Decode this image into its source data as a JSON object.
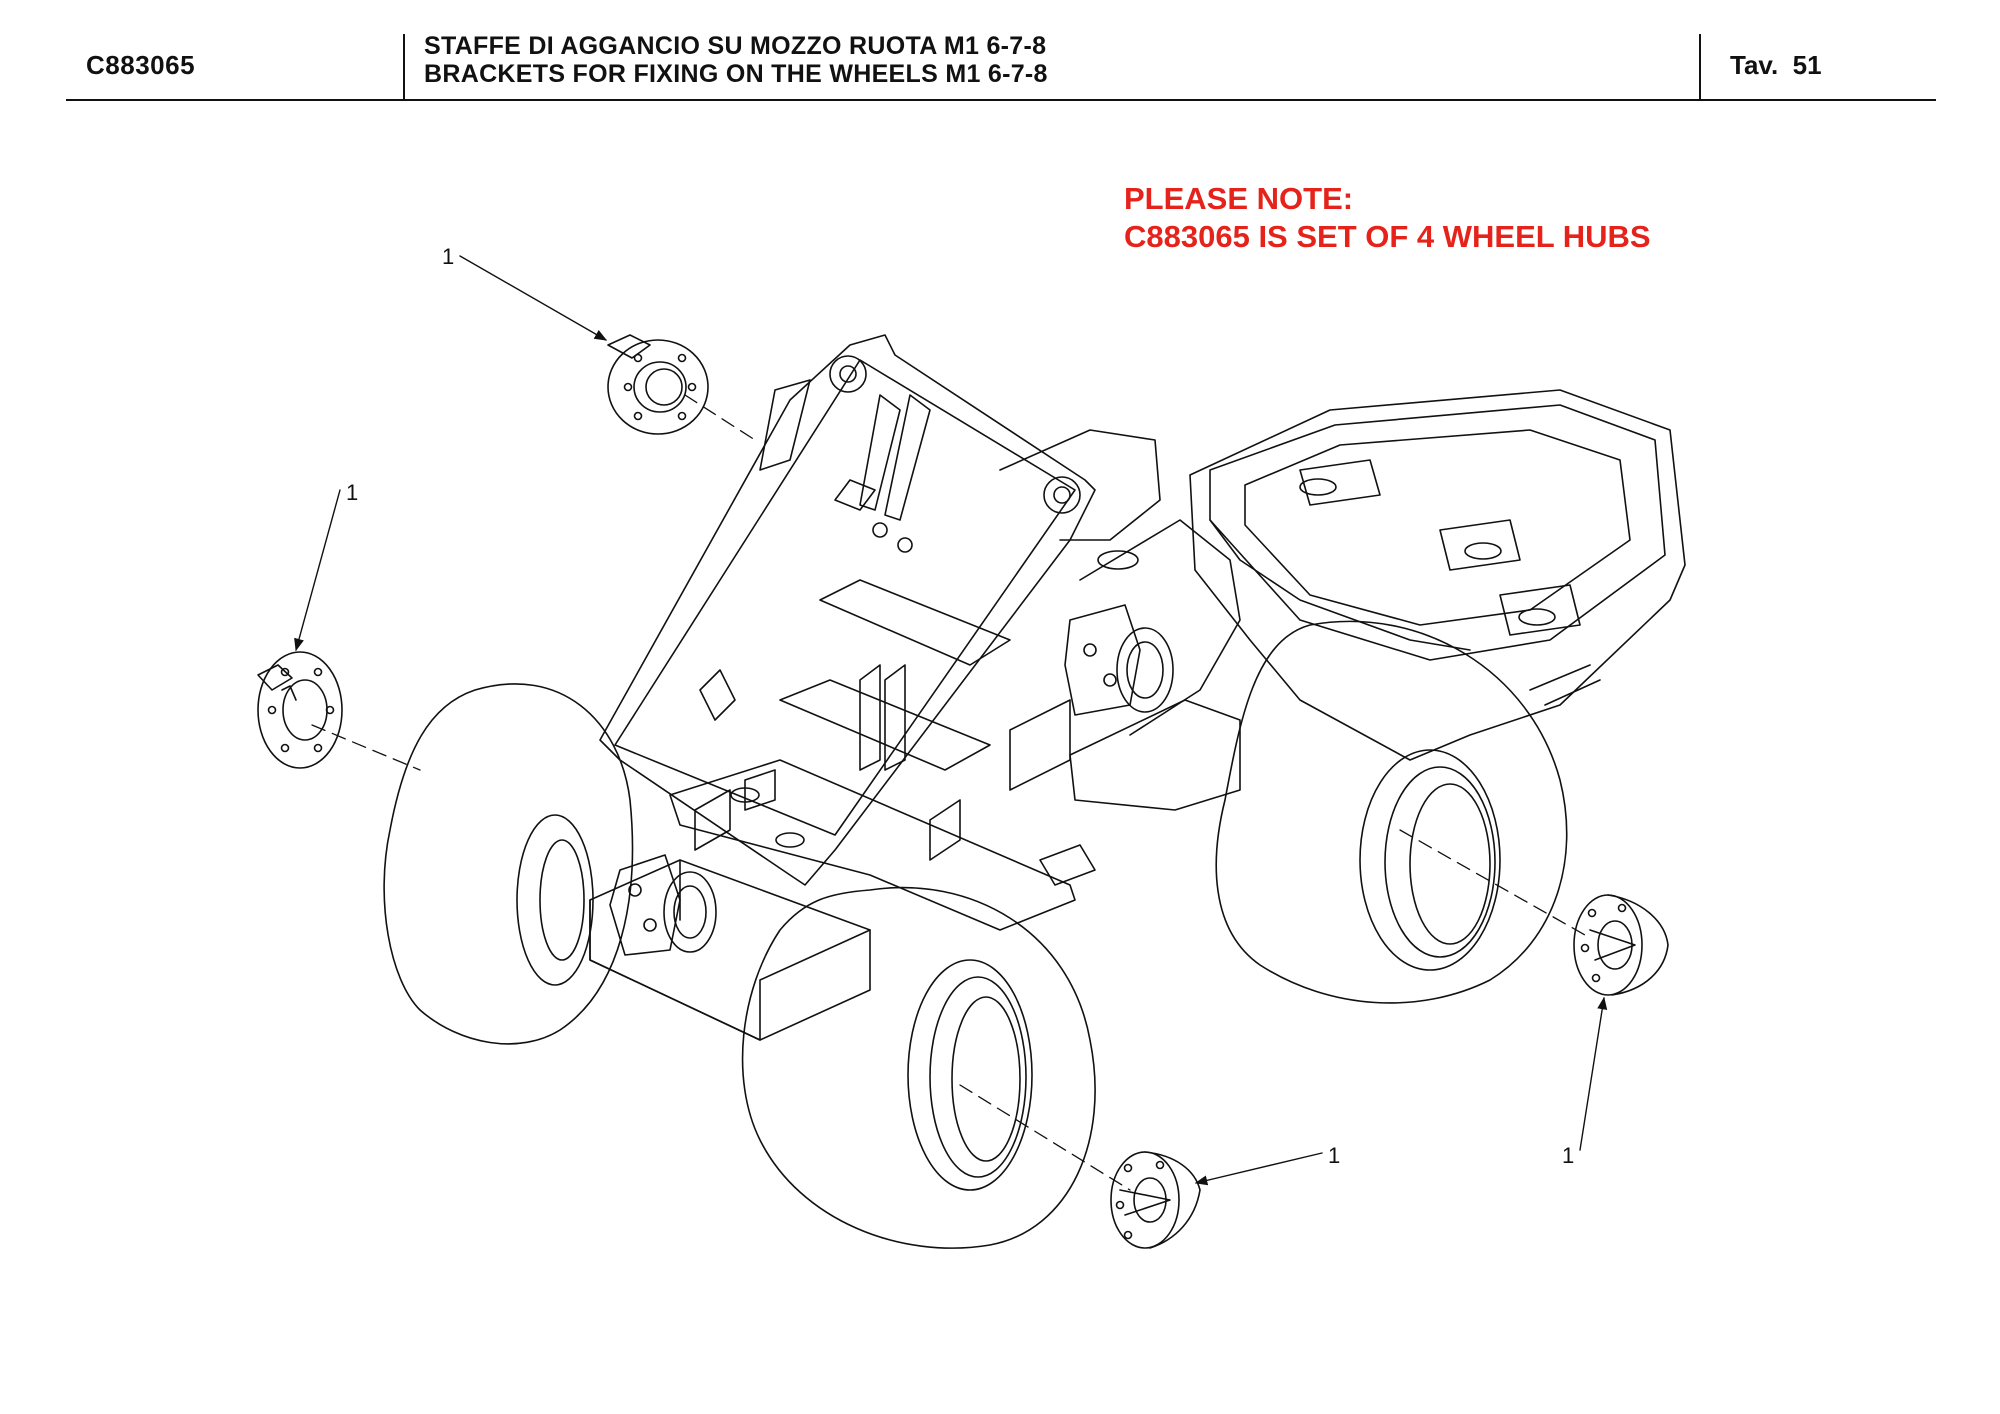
{
  "header": {
    "part_code": "C883065",
    "title_it": "STAFFE DI AGGANCIO SU MOZZO RUOTA M1 6-7-8",
    "title_en": "BRACKETS FOR FIXING ON THE WHEELS M1 6-7-8",
    "plate_label": "Tav.",
    "plate_number": "51"
  },
  "note": {
    "line1": "PLEASE NOTE:",
    "line2": "C883065 IS SET OF 4 WHEEL HUBS"
  },
  "callouts": [
    {
      "label": "1",
      "part": "wheel hub bracket top"
    },
    {
      "label": "1",
      "part": "wheel hub bracket left"
    },
    {
      "label": "1",
      "part": "wheel hub bracket front"
    },
    {
      "label": "1",
      "part": "wheel hub bracket right"
    }
  ],
  "colors": {
    "note": "#e5231b",
    "lines": "#111111"
  }
}
